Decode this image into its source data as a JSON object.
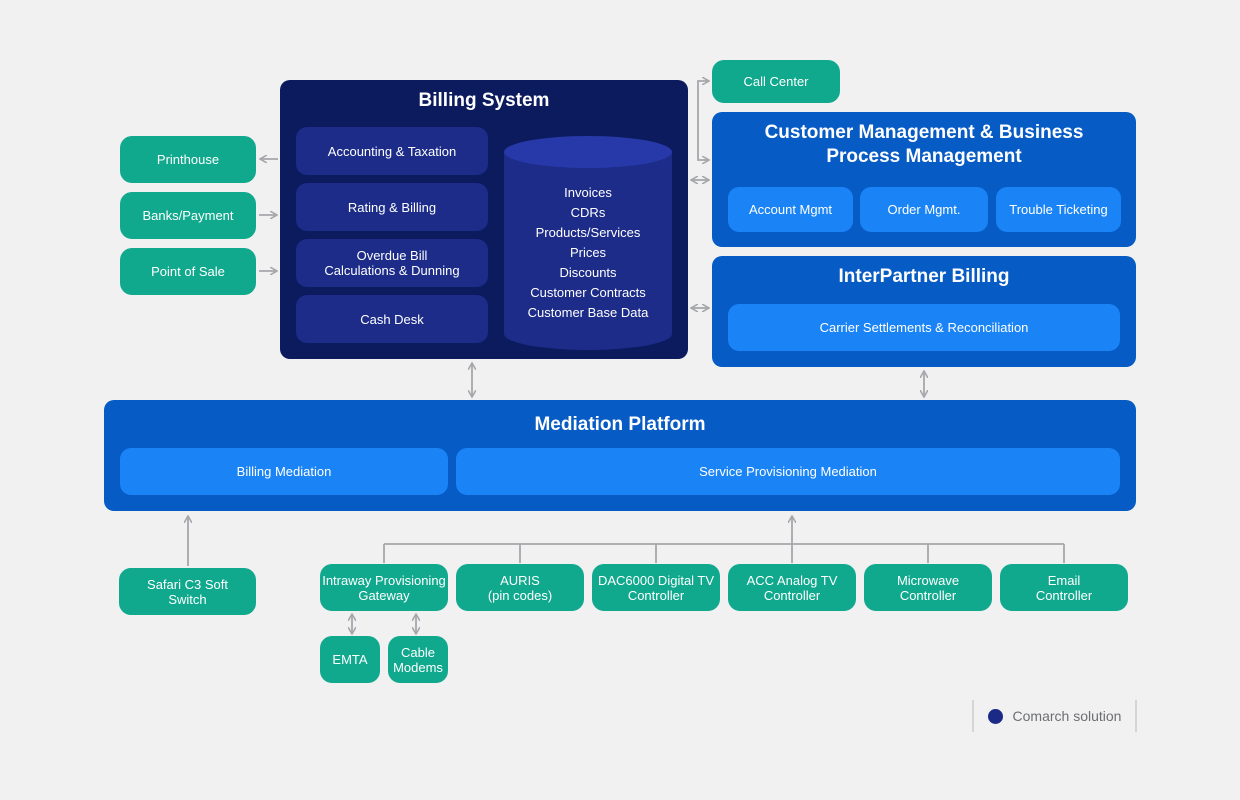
{
  "billing_system": {
    "title": "Billing System",
    "items": [
      "Accounting & Taxation",
      "Rating & Billing",
      "Overdue Bill\nCalculations & Dunning",
      "Cash Desk"
    ],
    "database": [
      "Invoices",
      "CDRs",
      "Products/Services",
      "Prices",
      "Discounts",
      "Customer Contracts",
      "Customer Base Data"
    ]
  },
  "left_externals": [
    "Printhouse",
    "Banks/Payment",
    "Point of Sale"
  ],
  "call_center": "Call Center",
  "crm": {
    "title": "Customer Management & Business\nProcess Management",
    "items": [
      "Account Mgmt",
      "Order Mgmt.",
      "Trouble Ticketing"
    ]
  },
  "interpartner": {
    "title": "InterPartner Billing",
    "item": "Carrier Settlements & Reconciliation"
  },
  "mediation": {
    "title": "Mediation Platform",
    "billing_mediation": "Billing Mediation",
    "service_mediation": "Service Provisioning Mediation"
  },
  "safari": "Safari C3 Soft\nSwitch",
  "controllers": [
    "Intraway Provisioning\nGateway",
    "AURIS\n(pin codes)",
    "DAC6000 Digital TV\nController",
    "ACC Analog TV\nController",
    "Microwave\nController",
    "Email\nController"
  ],
  "sub_devices": [
    "EMTA",
    "Cable\nModems"
  ],
  "legend": {
    "label": "Comarch solution",
    "color": "#1b2a86"
  },
  "colors": {
    "external": "#10a98e",
    "comarch_panel": "#0c1a5e",
    "comarch_item": "#1c2c88",
    "platform_panel": "#075bc4",
    "platform_item": "#1a84f6",
    "connector": "#a5a7ab"
  }
}
